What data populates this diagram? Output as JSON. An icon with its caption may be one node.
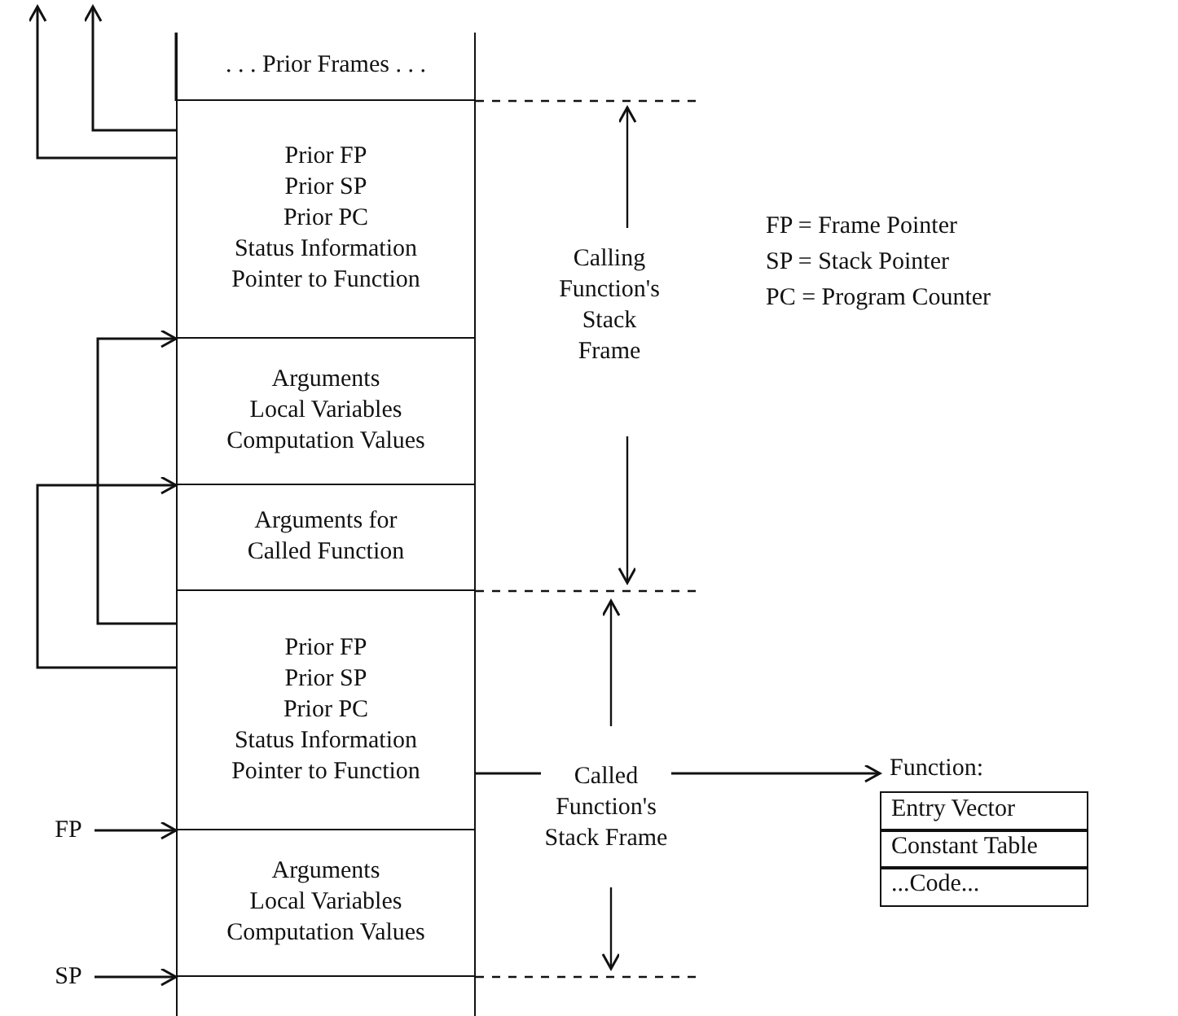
{
  "diagram": {
    "nodes": [
      {
        "text": [
          ". . . Prior Frames . . ."
        ]
      },
      {
        "text": [
          "Prior FP",
          "Prior SP",
          "Prior PC",
          "Status Information",
          "Pointer to Function"
        ]
      },
      {
        "text": [
          "Arguments",
          "Local Variables",
          "Computation Values"
        ]
      },
      {
        "text": [
          "Arguments for Called Function"
        ]
      },
      {
        "text": [
          "Prior FP",
          "Prior SP",
          "Prior PC",
          "Status Information",
          "Pointer to Function"
        ]
      },
      {
        "text": [
          "Arguments",
          "Local Variables",
          "Computation Values"
        ]
      },
      {
        "text": [],
        "shape": "box"
      },
      {
        "text": [
          "FP"
        ]
      },
      {
        "text": [
          "SP"
        ]
      },
      {
        "text": [
          "Called Function's Stack Frame"
        ]
      },
      {
        "text": [
          "Function:"
        ]
      },
      {
        "text": [
          "Entry Vector"
        ],
        "in": 10
      },
      {
        "text": [
          "Constant Table"
        ],
        "in": 10
      },
      {
        "text": [
          "...Code..."
        ],
        "in": 10
      }
    ],
    "edges": [
      {
        "from": 1,
        "to": null,
        "arrow": "to"
      },
      {
        "from": 1,
        "to": null,
        "arrow": "to"
      },
      {
        "from": 4,
        "to": 2,
        "arrow": "to"
      },
      {
        "from": 4,
        "to": 3,
        "arrow": "to"
      },
      {
        "from": 7,
        "to": 5,
        "arrow": "to"
      },
      {
        "from": 8,
        "to": 6,
        "arrow": "to"
      },
      {
        "from": 4,
        "to": 9,
        "arrow": "none"
      },
      {
        "from": 9,
        "to": 10,
        "arrow": "to"
      }
    ],
    "labels": [
      "Calling Function's Stack Frame",
      "FP = Frame Pointer",
      "SP = Stack Pointer",
      "PC = Program Counter"
    ]
  }
}
